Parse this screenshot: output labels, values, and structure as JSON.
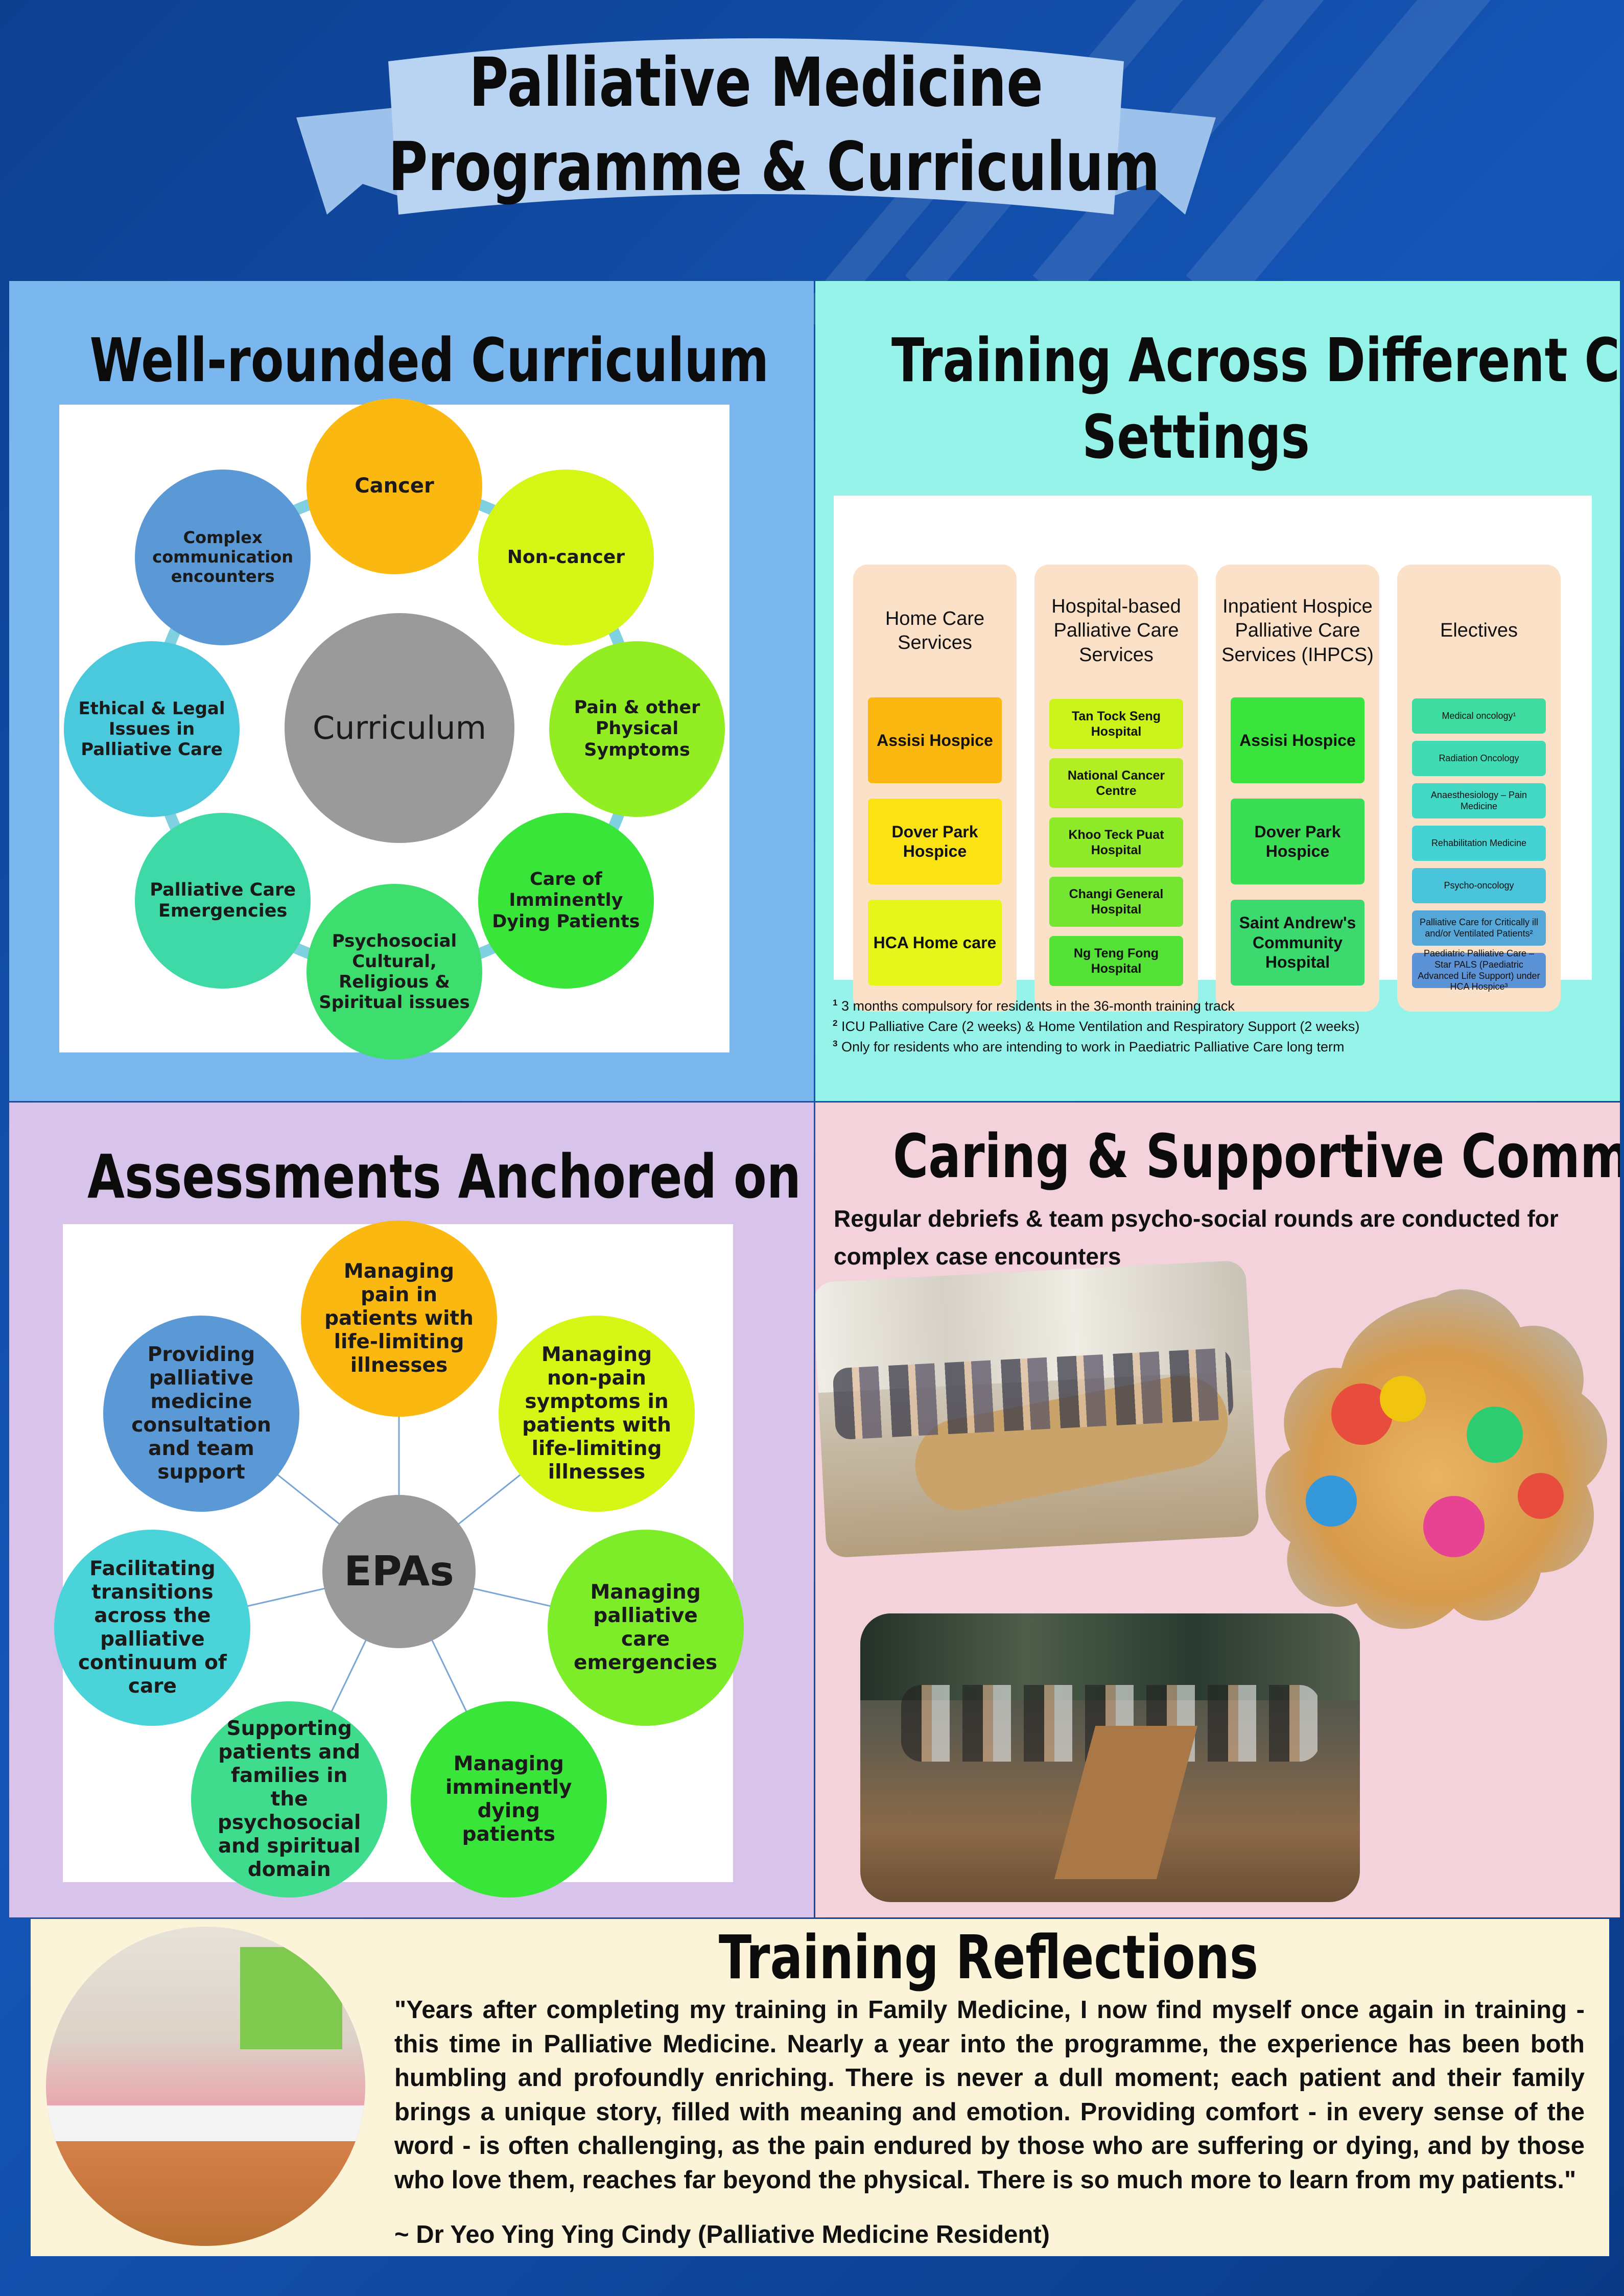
{
  "header": {
    "title_line1": "Palliative Medicine",
    "title_line2": "Programme & Curriculum"
  },
  "curriculum": {
    "title": "Well-rounded Curriculum",
    "center": "Curriculum",
    "items": [
      {
        "label": "Cancer",
        "color": "#fbb811"
      },
      {
        "label": "Non-cancer",
        "color": "#d6f616"
      },
      {
        "label": "Pain & other Physical Symptoms",
        "color": "#92ee23"
      },
      {
        "label": "Care of Imminently Dying Patients",
        "color": "#3ae53a"
      },
      {
        "label": "Psychosocial Cultural, Religious & Spiritual issues",
        "color": "#3dde6e"
      },
      {
        "label": "Palliative Care Emergencies",
        "color": "#3ed9a6"
      },
      {
        "label": "Ethical & Legal Issues in Palliative Care",
        "color": "#4ac9dd"
      },
      {
        "label": "Complex communication encounters",
        "color": "#5b98d6"
      }
    ]
  },
  "training": {
    "title_line1": "Training Across Different Care",
    "title_line2": "Settings",
    "columns": [
      {
        "head": "Home Care Services",
        "items": [
          {
            "label": "Assisi Hospice",
            "color": "#fbb811"
          },
          {
            "label": "Dover Park Hospice",
            "color": "#fbe213"
          },
          {
            "label": "HCA Home care",
            "color": "#e6f61a"
          }
        ]
      },
      {
        "head": "Hospital-based Palliative Care Services",
        "items": [
          {
            "label": "Tan Tock Seng Hospital",
            "color": "#cdf41a"
          },
          {
            "label": "National Cancer Centre",
            "color": "#b1ef24"
          },
          {
            "label": "Khoo Teck Puat Hospital",
            "color": "#8fea2a"
          },
          {
            "label": "Changi General Hospital",
            "color": "#74e631"
          },
          {
            "label": "Ng Teng Fong Hospital",
            "color": "#55e237"
          }
        ]
      },
      {
        "head": "Inpatient Hospice Palliative Care Services (IHPCS)",
        "items": [
          {
            "label": "Assisi Hospice",
            "color": "#3be43c"
          },
          {
            "label": "Dover Park Hospice",
            "color": "#39de55"
          },
          {
            "label": "Saint Andrew's Community Hospital",
            "color": "#3bd96e"
          }
        ]
      },
      {
        "head": "Electives",
        "items": [
          {
            "label": "Medical oncology¹",
            "color": "#3edca0"
          },
          {
            "label": "Radiation Oncology",
            "color": "#40dab3"
          },
          {
            "label": "Anaesthesiology – Pain Medicine",
            "color": "#42d8c4"
          },
          {
            "label": "Rehabilitation Medicine",
            "color": "#45d2d3"
          },
          {
            "label": "Psycho-oncology",
            "color": "#4ac4da"
          },
          {
            "label": "Palliative Care for Critically ill and/or Ventilated Patients²",
            "color": "#55a7d8"
          },
          {
            "label": "Paediatric Palliative Care – Star PALS (Paediatric Advanced Life Support) under HCA Hospice³",
            "color": "#5b93d6"
          }
        ]
      }
    ],
    "footnotes": [
      {
        "num": "1",
        "text": "3 months compulsory for residents in the 36-month training track"
      },
      {
        "num": "2",
        "text": "ICU Palliative Care (2 weeks) & Home Ventilation and Respiratory Support (2 weeks)"
      },
      {
        "num": "3",
        "text": "Only for residents who are intending to work in Paediatric Palliative Care long term"
      }
    ]
  },
  "assessments": {
    "title": "Assessments Anchored on EPAs",
    "center": "EPAs",
    "items": [
      {
        "label": "Managing pain in patients with life-limiting illnesses",
        "color": "#fbb811"
      },
      {
        "label": "Managing non-pain symptoms in patients with life-limiting illnesses",
        "color": "#d6f616"
      },
      {
        "label": "Managing palliative care emergencies",
        "color": "#7ded2a"
      },
      {
        "label": "Managing imminently dying patients",
        "color": "#3ae53a"
      },
      {
        "label": "Supporting patients and families in the psychosocial and spiritual domain",
        "color": "#3edc8c"
      },
      {
        "label": "Facilitating transitions across the palliative continuum of care",
        "color": "#4ad4da"
      },
      {
        "label": "Providing palliative medicine consultation and team support",
        "color": "#5b98d6"
      }
    ]
  },
  "community": {
    "title": "Caring & Supportive Community",
    "text": "Regular debriefs & team psycho-social rounds are conducted for complex case encounters"
  },
  "reflections": {
    "title": "Training Reflections",
    "quote": "\"Years after completing my training in Family Medicine, I now find myself once again in training - this time in Palliative Medicine. Nearly a year into the programme, the experience has been both humbling and profoundly enriching. There is never a dull moment; each patient and their family brings a unique story, filled with meaning and emotion. Providing comfort - in every sense of the word - is often challenging, as the pain endured by those who are suffering or dying, and by those who love them, reaches far beyond the physical. There is so much more to learn from my patients.\"",
    "author": "~ Dr Yeo Ying Ying Cindy (Palliative Medicine Resident)"
  }
}
